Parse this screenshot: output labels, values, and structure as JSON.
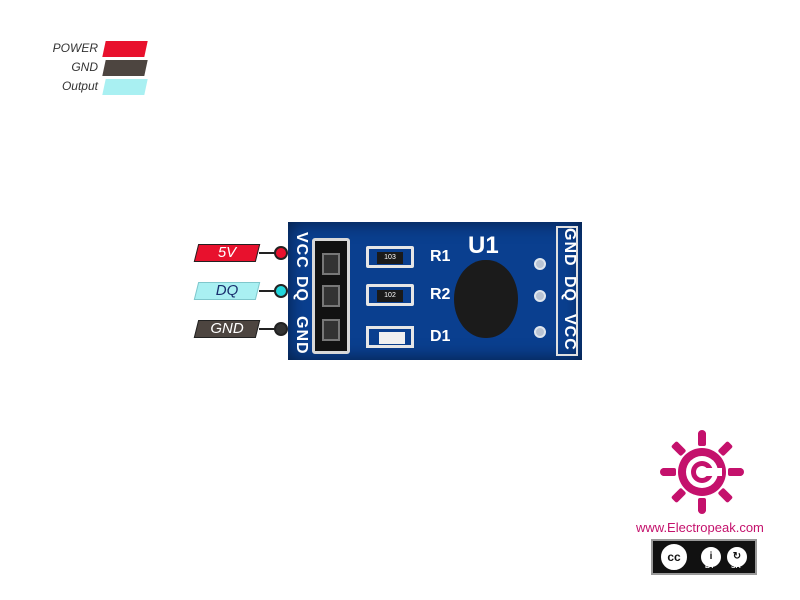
{
  "legend": {
    "items": [
      {
        "label": "POWER",
        "color": "#e8112d"
      },
      {
        "label": "GND",
        "color": "#4d4540"
      },
      {
        "label": "Output",
        "color": "#a9f0f2"
      }
    ]
  },
  "pins": [
    {
      "label": "5V",
      "fill": "#e8112d",
      "text_color": "#ffffff",
      "dot": "#e8112d"
    },
    {
      "label": "DQ",
      "fill": "#a9f0f2",
      "text_color": "#1a2f6e",
      "dot": "#22d6dc"
    },
    {
      "label": "GND",
      "fill": "#4d4540",
      "text_color": "#ffffff",
      "dot": "#333333"
    }
  ],
  "board": {
    "left_pins": [
      "VCC",
      "DQ",
      "GND"
    ],
    "right_pins": [
      "GND",
      "DQ",
      "VCC"
    ],
    "resistors": [
      {
        "ref": "R1",
        "code": "103"
      },
      {
        "ref": "R2",
        "code": "102"
      }
    ],
    "diode": "D1",
    "ic": "U1",
    "color": "#0a3f8f"
  },
  "brand": {
    "url": "www.Electropeak.com",
    "logo_color": "#c4116c",
    "license": {
      "cc": "cc",
      "by": "BY",
      "sa": "SA"
    }
  }
}
